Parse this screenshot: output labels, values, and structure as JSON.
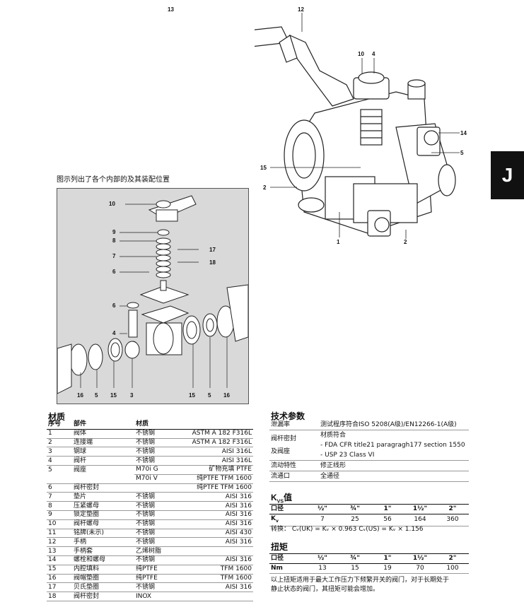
{
  "main_drawing": {
    "callouts": [
      "13",
      "12",
      "10",
      "4",
      "14",
      "5",
      "15",
      "2",
      "1",
      "2"
    ]
  },
  "detail": {
    "caption": "图示列出了各个内部的及其装配位置",
    "callouts": {
      "c10": "10",
      "c9": "9",
      "c8": "8",
      "c7": "7",
      "c6a": "6",
      "c17": "17",
      "c18": "18",
      "c6b": "6",
      "c4": "4",
      "b16a": "16",
      "b5a": "5",
      "b15a": "15",
      "b3": "3",
      "b15b": "15",
      "b5b": "5",
      "b16b": "16"
    }
  },
  "chapter_tab": "J",
  "materials": {
    "title": "材质",
    "headers": [
      "序号",
      "部件",
      "材质",
      ""
    ],
    "rows": [
      [
        "1",
        "阀体",
        "不锈钢",
        "ASTM A 182 F316L"
      ],
      [
        "2",
        "连接端",
        "不锈钢",
        "ASTM A 182 F316L"
      ],
      [
        "3",
        "钢球",
        "不锈钢",
        "AISI 316L"
      ],
      [
        "4",
        "阀杆",
        "不锈钢",
        "AISI 316L"
      ],
      [
        "5",
        "阀座",
        "M70i G",
        "矿物充填 PTFE"
      ],
      [
        "",
        "",
        "M70i V",
        "纯PTFE TFM 1600"
      ],
      [
        "6",
        "阀杆密封",
        "",
        "纯PTFE TFM 1600"
      ],
      [
        "7",
        "垫片",
        "不锈钢",
        "AISI 316"
      ],
      [
        "8",
        "压紧螺母",
        "不锈钢",
        "AISI 316"
      ],
      [
        "9",
        "锁定垫圈",
        "不锈钢",
        "AISI 316"
      ],
      [
        "10",
        "阀杆螺母",
        "不锈钢",
        "AISI 316"
      ],
      [
        "11",
        "铭牌(未示)",
        "不锈钢",
        "AISI 430"
      ],
      [
        "12",
        "手柄",
        "不锈钢",
        "AISI 316"
      ],
      [
        "13",
        "手柄套",
        "乙烯树脂",
        ""
      ],
      [
        "14",
        "螺栓和螺母",
        "不锈钢",
        "AISI 316"
      ],
      [
        "15",
        "内腔填料",
        "纯PTFE",
        "TFM 1600"
      ],
      [
        "16",
        "阀帽垫圈",
        "纯PTFE",
        "TFM 1600"
      ],
      [
        "17",
        "贝氏垫圈",
        "不锈钢",
        "AISI 316"
      ],
      [
        "18",
        "阀杆密封",
        "INOX",
        ""
      ]
    ]
  },
  "tech": {
    "title": "技术参数",
    "leak_label": "泄漏率",
    "leak_value": "测试程序符合ISO 5208(A级)/EN12266-1(A级)",
    "seal_label_1": "阀杆密封",
    "seal_label_2": "及阀座",
    "seal_lines": [
      "材质符合",
      "- FDA  CFR title21 paragragh177 section 1550",
      "- USP 23 Class VI"
    ],
    "flow_label": "流动特性",
    "flow_value": "修正线形",
    "port_label": "流通口",
    "port_value": "全通径"
  },
  "kvs": {
    "title_main": "K",
    "title_sub": "VS",
    "title_suffix": "值",
    "headers": [
      "口径",
      "½\"",
      "¾\"",
      "1\"",
      "1½\"",
      "2\""
    ],
    "kv_label": "K",
    "kv_sub": "v",
    "values": [
      "7",
      "25",
      "56",
      "164",
      "360"
    ],
    "conversion": "转换：  Cᵥ(UK) = Kᵥ × 0.963     Cᵥ(US) = Kᵥ × 1.156"
  },
  "torque": {
    "title": "扭矩",
    "headers": [
      "口径",
      "½\"",
      "¾\"",
      "1\"",
      "1½\"",
      "2\""
    ],
    "label": "Nm",
    "values": [
      "13",
      "15",
      "19",
      "70",
      "100"
    ],
    "note_1": "以上扭矩适用于最大工作压力下频繁开关的阀门，对于长期处于",
    "note_2": "静止状态的阀门，其扭矩可能会增加。"
  }
}
